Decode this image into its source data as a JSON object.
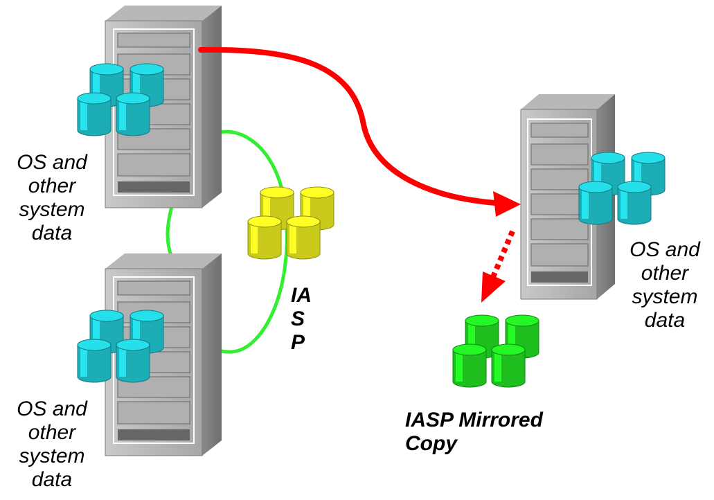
{
  "labels": {
    "server1_os": [
      "OS and",
      "other",
      "system",
      "data"
    ],
    "server2_os": [
      "OS and",
      "other",
      "system",
      "data"
    ],
    "server3_os": [
      "OS and",
      "other",
      "system",
      "data"
    ],
    "iasp": [
      "IA",
      "S",
      "P"
    ],
    "mirror": [
      "IASP Mirrored",
      "Copy"
    ]
  },
  "colors": {
    "replication_link": "#ff0000",
    "switch_path": "#33ee33",
    "os_disks": "#22ccd6",
    "iasp_disks": "#eeee22",
    "mirror_disks": "#22e022",
    "server_body": "#9a9a9a"
  },
  "icons": {
    "server": "rack-server-icon",
    "disk_group": "disk-stack-icon"
  }
}
